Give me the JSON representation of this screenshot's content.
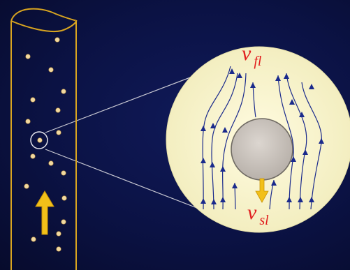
{
  "labels": {
    "v_fluid": {
      "main": "v",
      "sub": "fl"
    },
    "v_solid": {
      "main": "v",
      "sub": "sl"
    }
  },
  "colors": {
    "background": "#0b1244",
    "tube_outline": "#d9a520",
    "particle": "#f1d9a0",
    "flow_arrow": "#f2c019",
    "magnifier_fill": "#fbf8d2",
    "streamline": "#1a2a8c",
    "solid_particle": "#c9c3bd",
    "label_red": "#e11d1d",
    "connector": "#c8c8d2"
  },
  "icons": {
    "upward_flow": "up-arrow-icon",
    "particle_settling": "down-arrow-icon"
  }
}
